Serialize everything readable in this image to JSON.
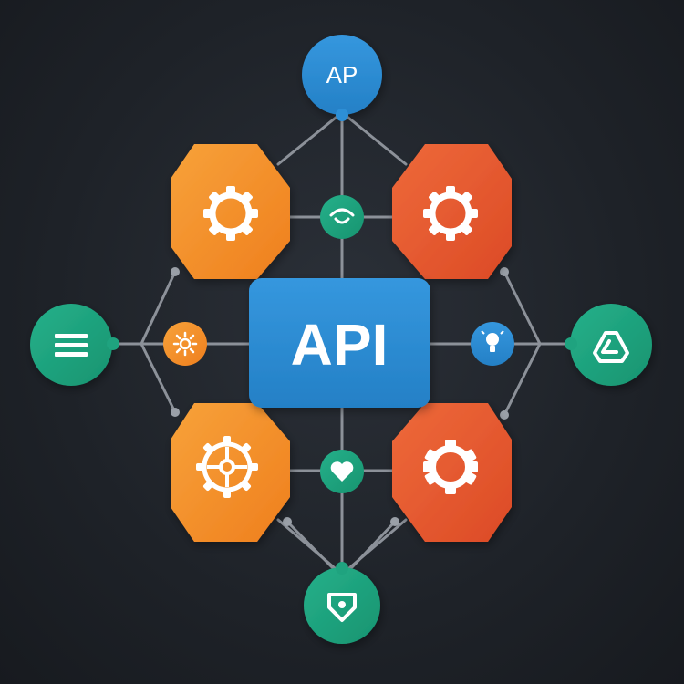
{
  "diagram": {
    "center_label": "API",
    "top_node_label": "AP",
    "colors": {
      "background": "#1e2228",
      "connector": "#8c9199",
      "blue": "#2d8fd6",
      "blue_dark": "#1f74b8",
      "teal": "#1fa37f",
      "orange": "#f08a22",
      "orange_light": "#f7a23a",
      "red_orange": "#e5562e",
      "white": "#ffffff"
    },
    "nodes": [
      {
        "id": "top",
        "shape": "circle",
        "color": "blue",
        "content": "text"
      },
      {
        "id": "bottom",
        "shape": "circle",
        "color": "teal",
        "icon": "shield-icon"
      },
      {
        "id": "left",
        "shape": "circle",
        "color": "teal",
        "icon": "menu-icon"
      },
      {
        "id": "right",
        "shape": "circle",
        "color": "teal",
        "icon": "recycle-icon"
      },
      {
        "id": "hex-top-left",
        "shape": "hexagon",
        "color": "orange",
        "icon": "gear-icon"
      },
      {
        "id": "hex-top-right",
        "shape": "hexagon",
        "color": "red_orange",
        "icon": "gear-icon"
      },
      {
        "id": "hex-bottom-left",
        "shape": "hexagon",
        "color": "orange",
        "icon": "wheel-gear-icon"
      },
      {
        "id": "hex-bottom-right",
        "shape": "hexagon",
        "color": "red_orange",
        "icon": "gear-icon"
      },
      {
        "id": "small-top",
        "shape": "circle",
        "color": "teal",
        "icon": "eye-icon"
      },
      {
        "id": "small-bottom",
        "shape": "circle",
        "color": "teal",
        "icon": "heart-icon"
      },
      {
        "id": "small-left",
        "shape": "circle",
        "color": "orange",
        "icon": "sun-gear-icon"
      },
      {
        "id": "small-right",
        "shape": "circle",
        "color": "blue",
        "icon": "lightbulb-icon"
      }
    ]
  }
}
